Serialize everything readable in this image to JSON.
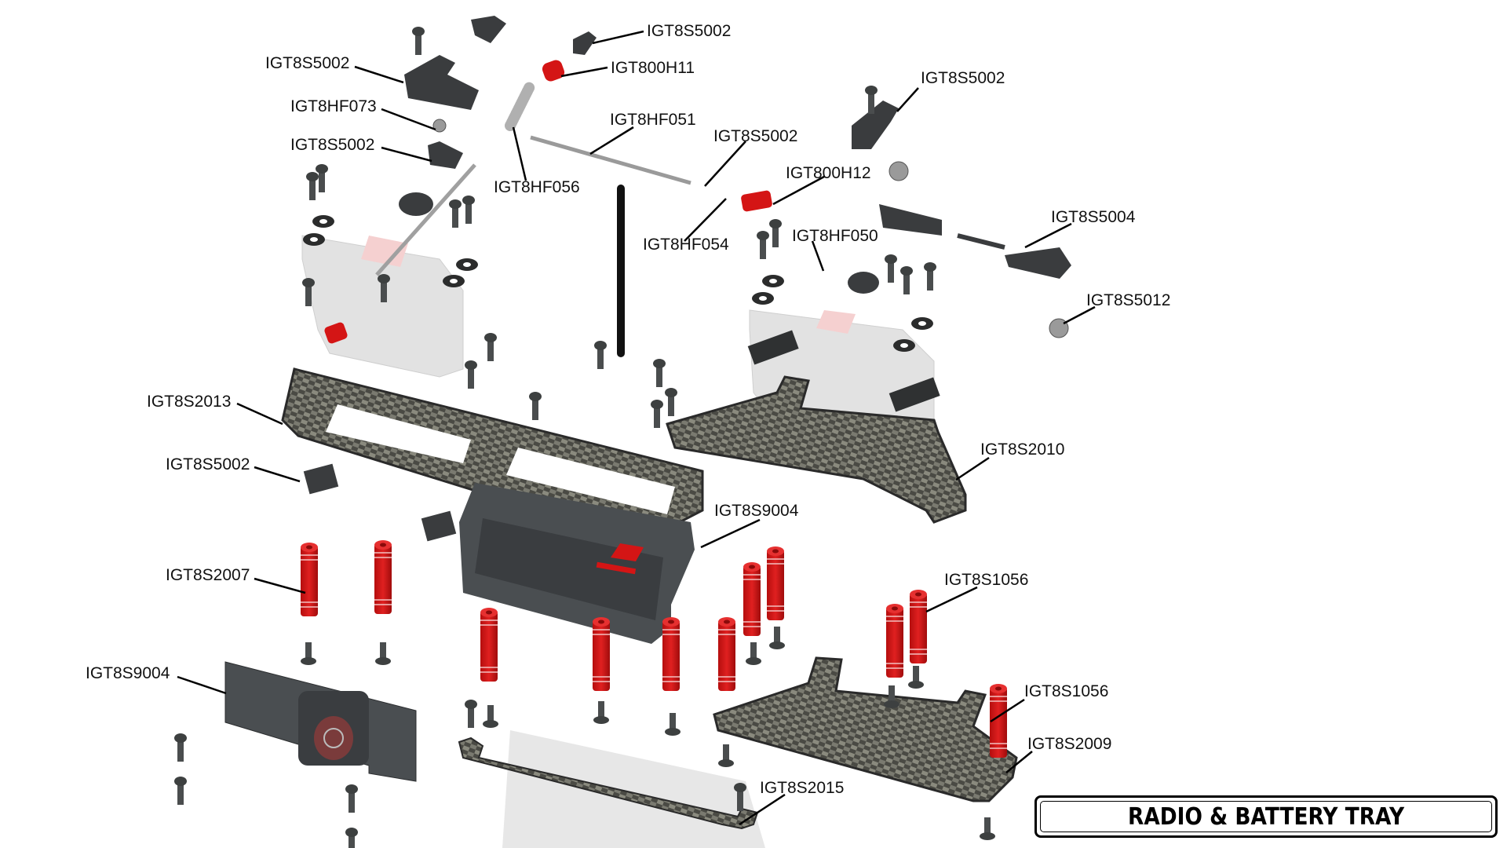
{
  "title": "RADIO & BATTERY TRAY",
  "colors": {
    "background": "#ffffff",
    "part_dark": "#3a3c3e",
    "part_red": "#d41515",
    "carbon": "#5a5a52",
    "servo": "#e2e2e2",
    "leader": "#000000"
  },
  "callouts": [
    {
      "id": "c1",
      "label": "IGT8S5002",
      "part": "servo-horn-link"
    },
    {
      "id": "c2",
      "label": "IGT800H11",
      "part": "red-collar"
    },
    {
      "id": "c3",
      "label": "IGT8S5002",
      "part": "servo-horn-left"
    },
    {
      "id": "c4",
      "label": "IGT8HF073",
      "part": "ball-stud"
    },
    {
      "id": "c5",
      "label": "IGT8S5002",
      "part": "horn-small"
    },
    {
      "id": "c6",
      "label": "IGT8HF056",
      "part": "spring"
    },
    {
      "id": "c7",
      "label": "IGT8HF051",
      "part": "rod"
    },
    {
      "id": "c8",
      "label": "IGT8S5002",
      "part": "grub-screw"
    },
    {
      "id": "c9",
      "label": "IGT800H12",
      "part": "red-collar-2"
    },
    {
      "id": "c10",
      "label": "IGT8HF054",
      "part": "small-spring"
    },
    {
      "id": "c11",
      "label": "IGT8HF050",
      "part": "servo-saver"
    },
    {
      "id": "c12",
      "label": "IGT8S5002",
      "part": "servo-horn-right"
    },
    {
      "id": "c13",
      "label": "IGT8S5004",
      "part": "turnbuckle-rod-end"
    },
    {
      "id": "c14",
      "label": "IGT8S5012",
      "part": "ball-nut"
    },
    {
      "id": "c15",
      "label": "IGT8S2013",
      "part": "carbon-radio-plate"
    },
    {
      "id": "c16",
      "label": "IGT8S2010",
      "part": "carbon-servo-plate"
    },
    {
      "id": "c17",
      "label": "IGT8S5002",
      "part": "servo-mount"
    },
    {
      "id": "c18",
      "label": "IGT8S9004",
      "part": "receiver-box"
    },
    {
      "id": "c19",
      "label": "IGT8S2007",
      "part": "red-standoff"
    },
    {
      "id": "c20",
      "label": "IGT8S1056",
      "part": "red-post"
    },
    {
      "id": "c21",
      "label": "IGT8S9004",
      "part": "switch-mount"
    },
    {
      "id": "c22",
      "label": "IGT8S1056",
      "part": "red-post-2"
    },
    {
      "id": "c23",
      "label": "IGT8S2009",
      "part": "carbon-battery-plate"
    },
    {
      "id": "c24",
      "label": "IGT8S2015",
      "part": "battery-strap"
    }
  ]
}
